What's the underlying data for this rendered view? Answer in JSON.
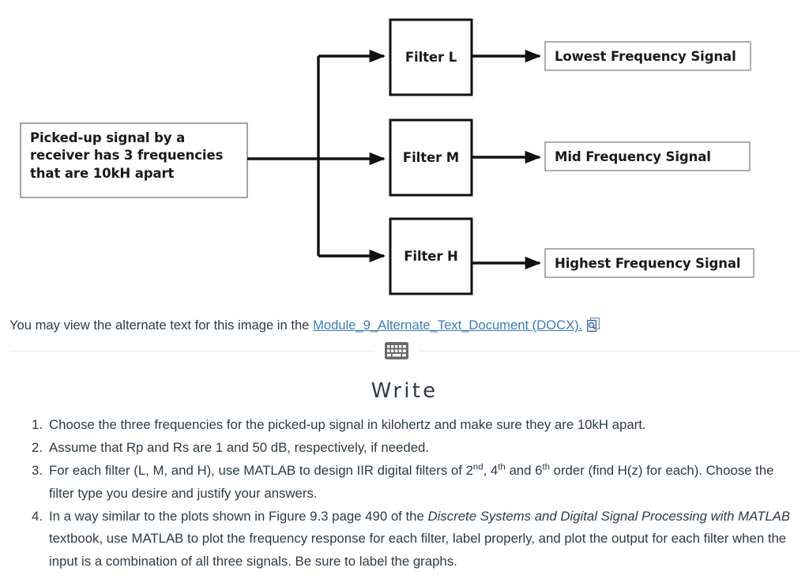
{
  "diagram": {
    "source_box": {
      "lines": [
        "Picked-up signal by a",
        "receiver has 3 frequencies",
        "that are 10kH apart"
      ],
      "text": "Picked-up signal by a receiver has 3 frequencies that are 10kH apart"
    },
    "filters": [
      {
        "label": "Filter L",
        "output": "Lowest Frequency Signal"
      },
      {
        "label": "Filter M",
        "output": "Mid Frequency Signal"
      },
      {
        "label": "Filter H",
        "output": "Highest Frequency Signal"
      }
    ],
    "colors": {
      "stroke": "#111111",
      "source_border": "#808080",
      "output_border": "#909090"
    }
  },
  "alt_text_line": {
    "prefix": "You may view the alternate text for this image in the ",
    "link_label": "Module_9_Alternate_Text_Document (DOCX).",
    "icon": "document-preview-icon",
    "link_color": "#3a7cbd"
  },
  "section_divider": {
    "icon": "keyboard-icon",
    "icon_color": "#6b6b6b"
  },
  "section": {
    "heading": "Write"
  },
  "tasks": [
    {
      "number": "1.",
      "text": "Choose the three frequencies for the picked-up signal in kilohertz and make sure they are 10kH apart."
    },
    {
      "number": "2.",
      "text": "Assume that Rp and Rs are 1 and 50 dB, respectively, if needed."
    },
    {
      "number": "3.",
      "text": "For each filter (L, M, and H), use MATLAB to design IIR digital filters of 2nd, 4th and 6th order (find H(z) for each). Choose the filter type you desire and justify your answers.",
      "parts": [
        {
          "t": "For each filter (L, M, and H), use MATLAB to design IIR digital filters of 2"
        },
        {
          "t": "nd",
          "sup": true
        },
        {
          "t": ", 4"
        },
        {
          "t": "th",
          "sup": true
        },
        {
          "t": " and 6"
        },
        {
          "t": "th",
          "sup": true
        },
        {
          "t": " order (find H(z) for each). Choose the filter type you desire and justify your answers."
        }
      ]
    },
    {
      "number": "4.",
      "text": "In a way similar to the plots shown in Figure 9.3 page 490 of the Discrete Systems and Digital Signal Processing with MATLAB textbook, use MATLAB to plot the frequency response for each filter, label properly, and plot the output for each filter when the input is a combination of all three signals. Be sure to label the graphs.",
      "parts": [
        {
          "t": "In a way similar to the plots shown in Figure 9.3 page 490 of the "
        },
        {
          "t": "Discrete Systems and Digital Signal Processing with MATLAB",
          "italic": true
        },
        {
          "t": " textbook, use MATLAB to plot the frequency response for each filter, label properly, and plot the output for each filter when the input is a combination of all three signals. Be sure to label the graphs."
        }
      ]
    }
  ]
}
